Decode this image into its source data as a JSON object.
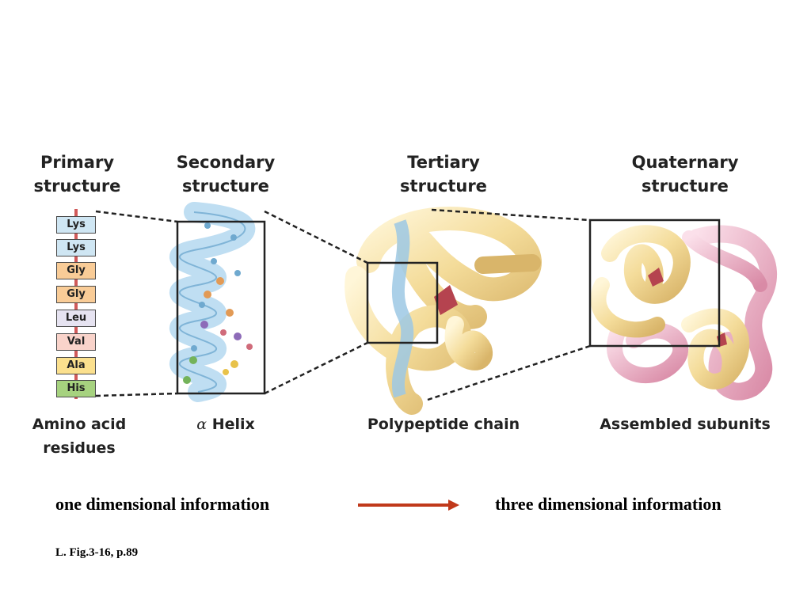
{
  "headings": {
    "primary": [
      "Primary",
      "structure"
    ],
    "secondary": [
      "Secondary",
      "structure"
    ],
    "tertiary": [
      "Tertiary",
      "structure"
    ],
    "quaternary": [
      "Quaternary",
      "structure"
    ]
  },
  "residues": [
    {
      "label": "Lys",
      "color": "#cfe6f3"
    },
    {
      "label": "Lys",
      "color": "#cfe6f3"
    },
    {
      "label": "Gly",
      "color": "#f9cc97"
    },
    {
      "label": "Gly",
      "color": "#f9cc97"
    },
    {
      "label": "Leu",
      "color": "#e6e3f1"
    },
    {
      "label": "Val",
      "color": "#f9d3ca"
    },
    {
      "label": "Ala",
      "color": "#fbe08e"
    },
    {
      "label": "His",
      "color": "#a6d27f"
    }
  ],
  "captions": {
    "primary": [
      "Amino acid",
      "residues"
    ],
    "secondary_symbol": "α",
    "secondary": "Helix",
    "tertiary": "Polypeptide chain",
    "quaternary": "Assembled subunits"
  },
  "info": {
    "left": "one dimensional information",
    "right": "three dimensional information",
    "arrow_color": "#c0391b"
  },
  "reference": "L. Fig.3-16, p.89"
}
